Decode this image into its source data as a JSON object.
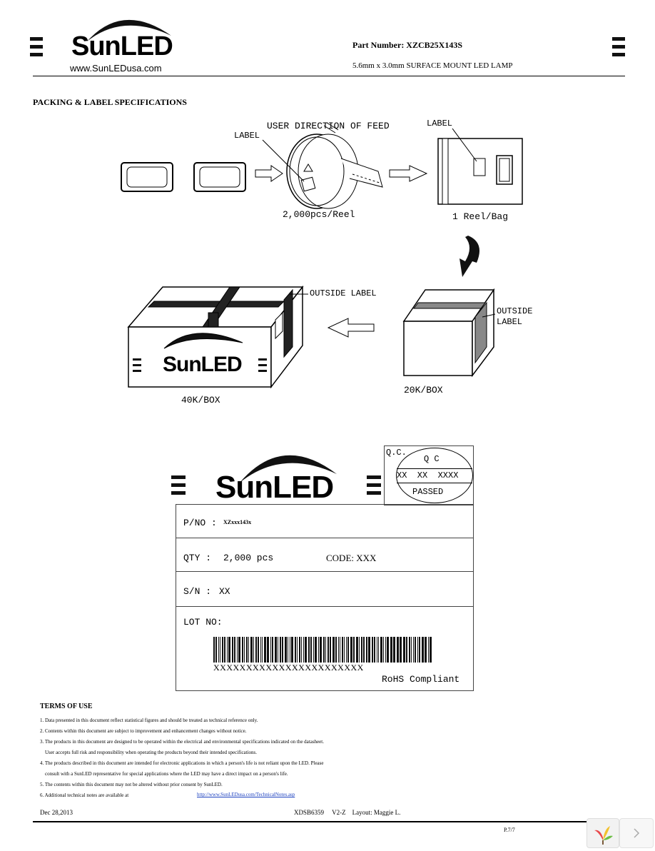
{
  "header": {
    "brand": "SunLED",
    "website": "www.SunLEDusa.com",
    "part_number": "Part Number: XZCB25X143S",
    "subtitle": "5.6mm x 3.0mm SURFACE MOUNT LED LAMP"
  },
  "section_title": "PACKING & LABEL SPECIFICATIONS",
  "diagram": {
    "label": "LABEL",
    "feed_direction": "USER DIRECTION OF FEED",
    "reel_qty": "2,000pcs/Reel",
    "label2": "LABEL",
    "bag_qty": "1 Reel/Bag",
    "outside_label_big": "OUTSIDE LABEL",
    "outside_label_small_1": "OUTSIDE",
    "outside_label_small_2": "LABEL",
    "box_40k": "40K/BOX",
    "box_20k": "20K/BOX",
    "box_brand": "SunLED"
  },
  "label_card": {
    "brand": "SunLED",
    "qc_title": "Q.C.",
    "qc_stamp_top": "Q C",
    "qc_stamp_mid": "XX  XX  XXXX",
    "qc_stamp_bottom": "PASSED",
    "pno_label": "P/NO :",
    "pno_value": "XZxxx143x",
    "qty_label": "QTY :",
    "qty_value": "2,000 pcs",
    "code": "CODE: XXX",
    "sn_label": "S/N :",
    "sn_value": "XX",
    "lot_label": "LOT NO:",
    "barcode_text": "XXXXXXXXXXXXXXXXXXXXXXX",
    "rohs": "RoHS Compliant"
  },
  "terms": {
    "title": "TERMS OF USE",
    "items": [
      "1. Data presented in this document reflect statistical figures and should be treated as technical reference only.",
      "2. Contents within this document are subject to improvement and enhancement changes without notice.",
      "3. The products in this document are designed to be operated within the electrical and environmental specifications indicated on the datasheet.",
      "    User accepts full risk and responsibility when operating the products beyond their intended specifications.",
      "4. The products described in this document are intended for electronic applications in which a person's life is not reliant upon the LED. Please",
      "    consult with a SunLED representative for special applications where the LED may have a direct impact on a person's life.",
      "5. The contents within this document may not be altered without prior consent by SunLED.",
      "6. Additional technical notes are available at"
    ],
    "link": "http://www.SunLEDusa.com/TechnicalNotes.asp"
  },
  "footer": {
    "date": "Dec 28,2013",
    "doc_info": "XDSB6359     V2-Z    Layout: Maggie L.",
    "page": "P.7/7"
  }
}
